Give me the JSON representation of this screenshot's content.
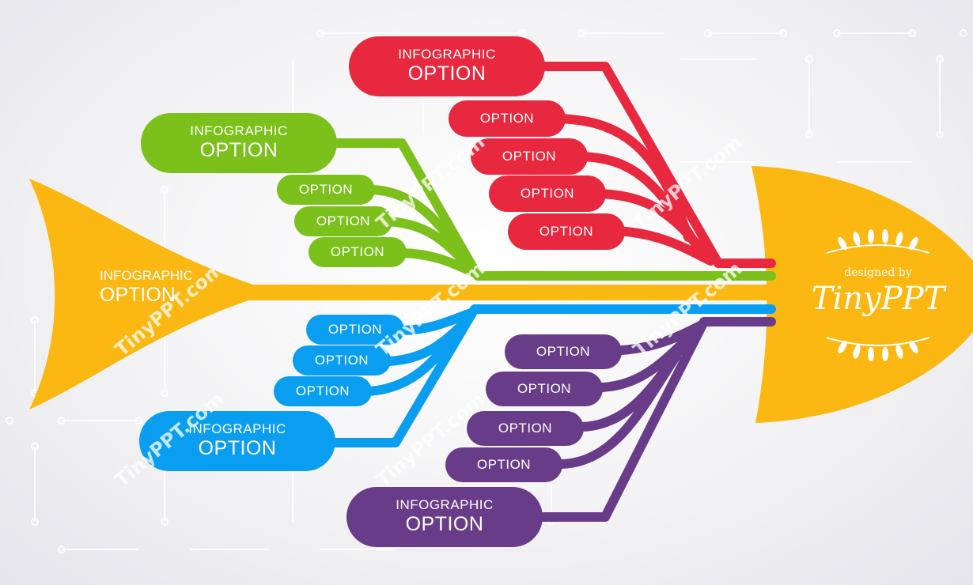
{
  "colors": {
    "red": "#e8283f",
    "green": "#7cc01c",
    "blue": "#0a9ef0",
    "purple": "#683c88",
    "yellow": "#fbb712"
  },
  "tail": {
    "line1": "INFOGRAPHIC",
    "line2": "OPTION"
  },
  "branches": {
    "red": {
      "title1": "INFOGRAPHIC",
      "title2": "OPTION",
      "options": [
        "OPTION",
        "OPTION",
        "OPTION",
        "OPTION"
      ]
    },
    "green": {
      "title1": "INFOGRAPHIC",
      "title2": "OPTION",
      "options": [
        "OPTION",
        "OPTION",
        "OPTION"
      ]
    },
    "blue": {
      "title1": "INFOGRAPHIC",
      "title2": "OPTION",
      "options": [
        "OPTION",
        "OPTION",
        "OPTION"
      ]
    },
    "purple": {
      "title1": "INFOGRAPHIC",
      "title2": "OPTION",
      "options": [
        "OPTION",
        "OPTION",
        "OPTION",
        "OPTION"
      ]
    }
  },
  "head": {
    "designed_by": "designed by",
    "brand_name": "TinyPPT",
    "logo_icon": "laurel-wreath-icon"
  },
  "watermark": "TinyPPT.com"
}
